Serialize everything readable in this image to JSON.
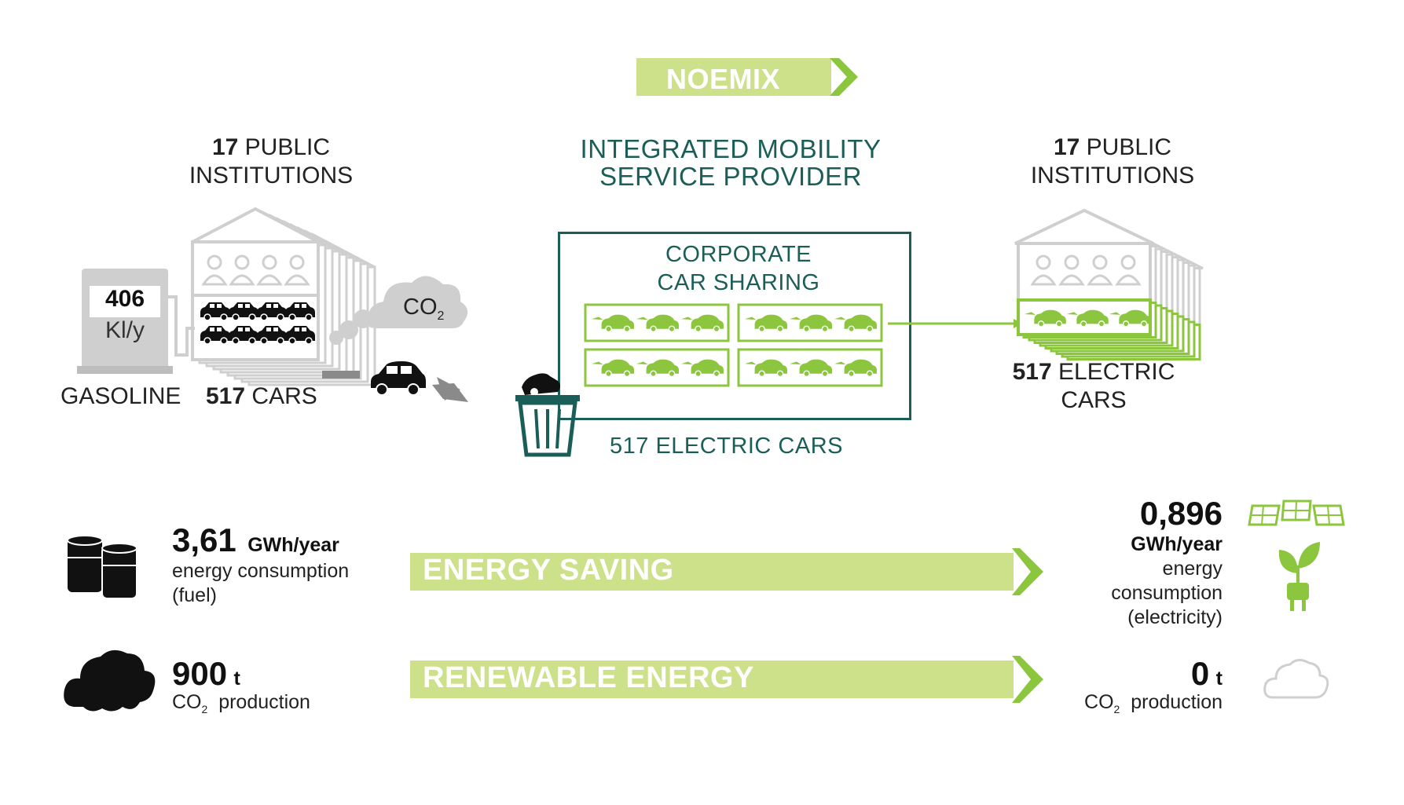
{
  "header": {
    "title": "NOEMIX"
  },
  "left": {
    "count": "17",
    "line1": "PUBLIC",
    "line2": "INSTITUTIONS",
    "fuel_value": "406",
    "fuel_unit": "Kl/y",
    "co2_label": "CO",
    "co2_sub": "2",
    "gasoline_label": "GASOLINE",
    "cars_count": "517",
    "cars_label": "CARS"
  },
  "center": {
    "heading_line1": "INTEGRATED MOBILITY",
    "heading_line2": "SERVICE PROVIDER",
    "box_line1": "CORPORATE",
    "box_line2": "CAR SHARING",
    "footer": "517 ELECTRIC CARS"
  },
  "right": {
    "count": "17",
    "line1": "PUBLIC",
    "line2": "INSTITUTIONS",
    "cars_count": "517",
    "cars_line1": "ELECTRIC",
    "cars_line2": "CARS"
  },
  "stats": {
    "fuel": {
      "value": "3,61",
      "unit": "GWh/year",
      "line1": "energy consumption",
      "line2": "(fuel)"
    },
    "co2_before": {
      "value": "900",
      "unit": "t",
      "co": "CO",
      "sub": "2",
      "label": "production"
    },
    "electricity": {
      "value": "0,896",
      "unit": "GWh/year",
      "line1": "energy",
      "line2": "consumption",
      "line3": "(electricity)"
    },
    "co2_after": {
      "value": "0",
      "unit": "t",
      "co": "CO",
      "sub": "2",
      "label": "production"
    }
  },
  "banners": {
    "saving": "ENERGY SAVING",
    "renewable": "RENEWABLE ENERGY"
  },
  "colors": {
    "green_light": "#cde08a",
    "green": "#8cc63f",
    "teal": "#1b5e57",
    "gray": "#cfcfcf",
    "dark": "#111111"
  }
}
